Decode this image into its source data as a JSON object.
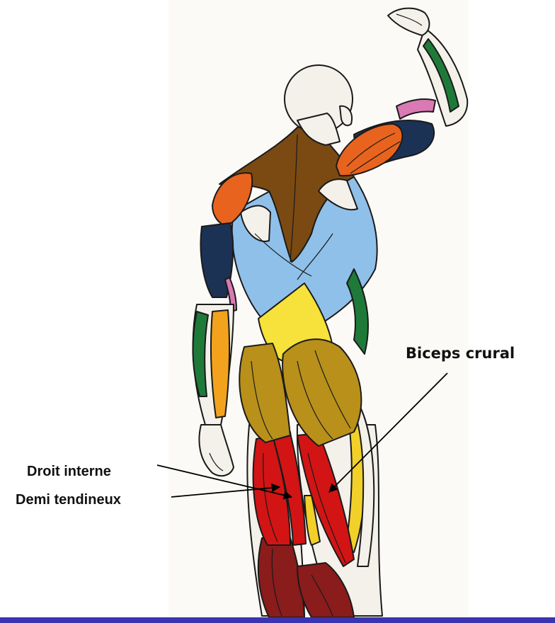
{
  "figure": {
    "labels": {
      "biceps_crural": "Biceps crural",
      "droit_interne": "Droit interne",
      "demi_tendineux": "Demi tendineux"
    },
    "colors": {
      "skin": "#f4f1ea",
      "trapezius_brown": "#7a4a12",
      "deltoid_orange": "#e8641e",
      "latissimus_blue": "#8fc0ea",
      "triceps_navy": "#1c3254",
      "lumbar_yellow": "#f6e23a",
      "gluteal_olive": "#b8901a",
      "hamstring_red": "#d21414",
      "outer_thigh_yellow": "#f2d02a",
      "calf_maroon": "#8a1c1c",
      "forearm_orange": "#f2a21c",
      "forearm_green": "#1f7a3a",
      "pink": "#d97ab4",
      "bottom_bar": "#3a34b0"
    }
  }
}
